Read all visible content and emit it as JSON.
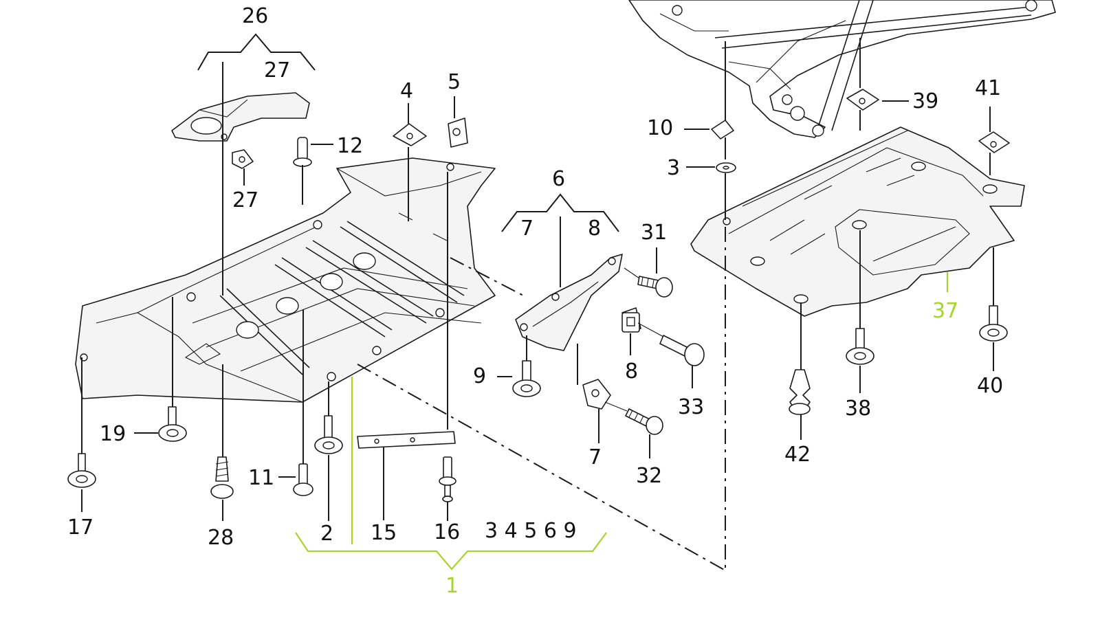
{
  "diagram": {
    "labels": {
      "n1": "1",
      "n2": "2",
      "n3": "3",
      "n4": "4",
      "n5": "5",
      "n6": "6",
      "n7a": "7",
      "n7b": "7",
      "n8a": "8",
      "n8b": "8",
      "n9": "9",
      "n10": "10",
      "n11": "11",
      "n12": "12",
      "n15": "15",
      "n16": "16",
      "n17": "17",
      "n19": "19",
      "n26": "26",
      "n27a": "27",
      "n27b": "27",
      "n28": "28",
      "n31": "31",
      "n32": "32",
      "n33": "33",
      "n37": "37",
      "n38": "38",
      "n39": "39",
      "n40": "40",
      "n41": "41",
      "n42": "42",
      "group_list": "3 4 5 6 9"
    },
    "colors": {
      "line": "#1a1a1a",
      "highlight": "#a6d52a",
      "background": "#ffffff"
    }
  }
}
